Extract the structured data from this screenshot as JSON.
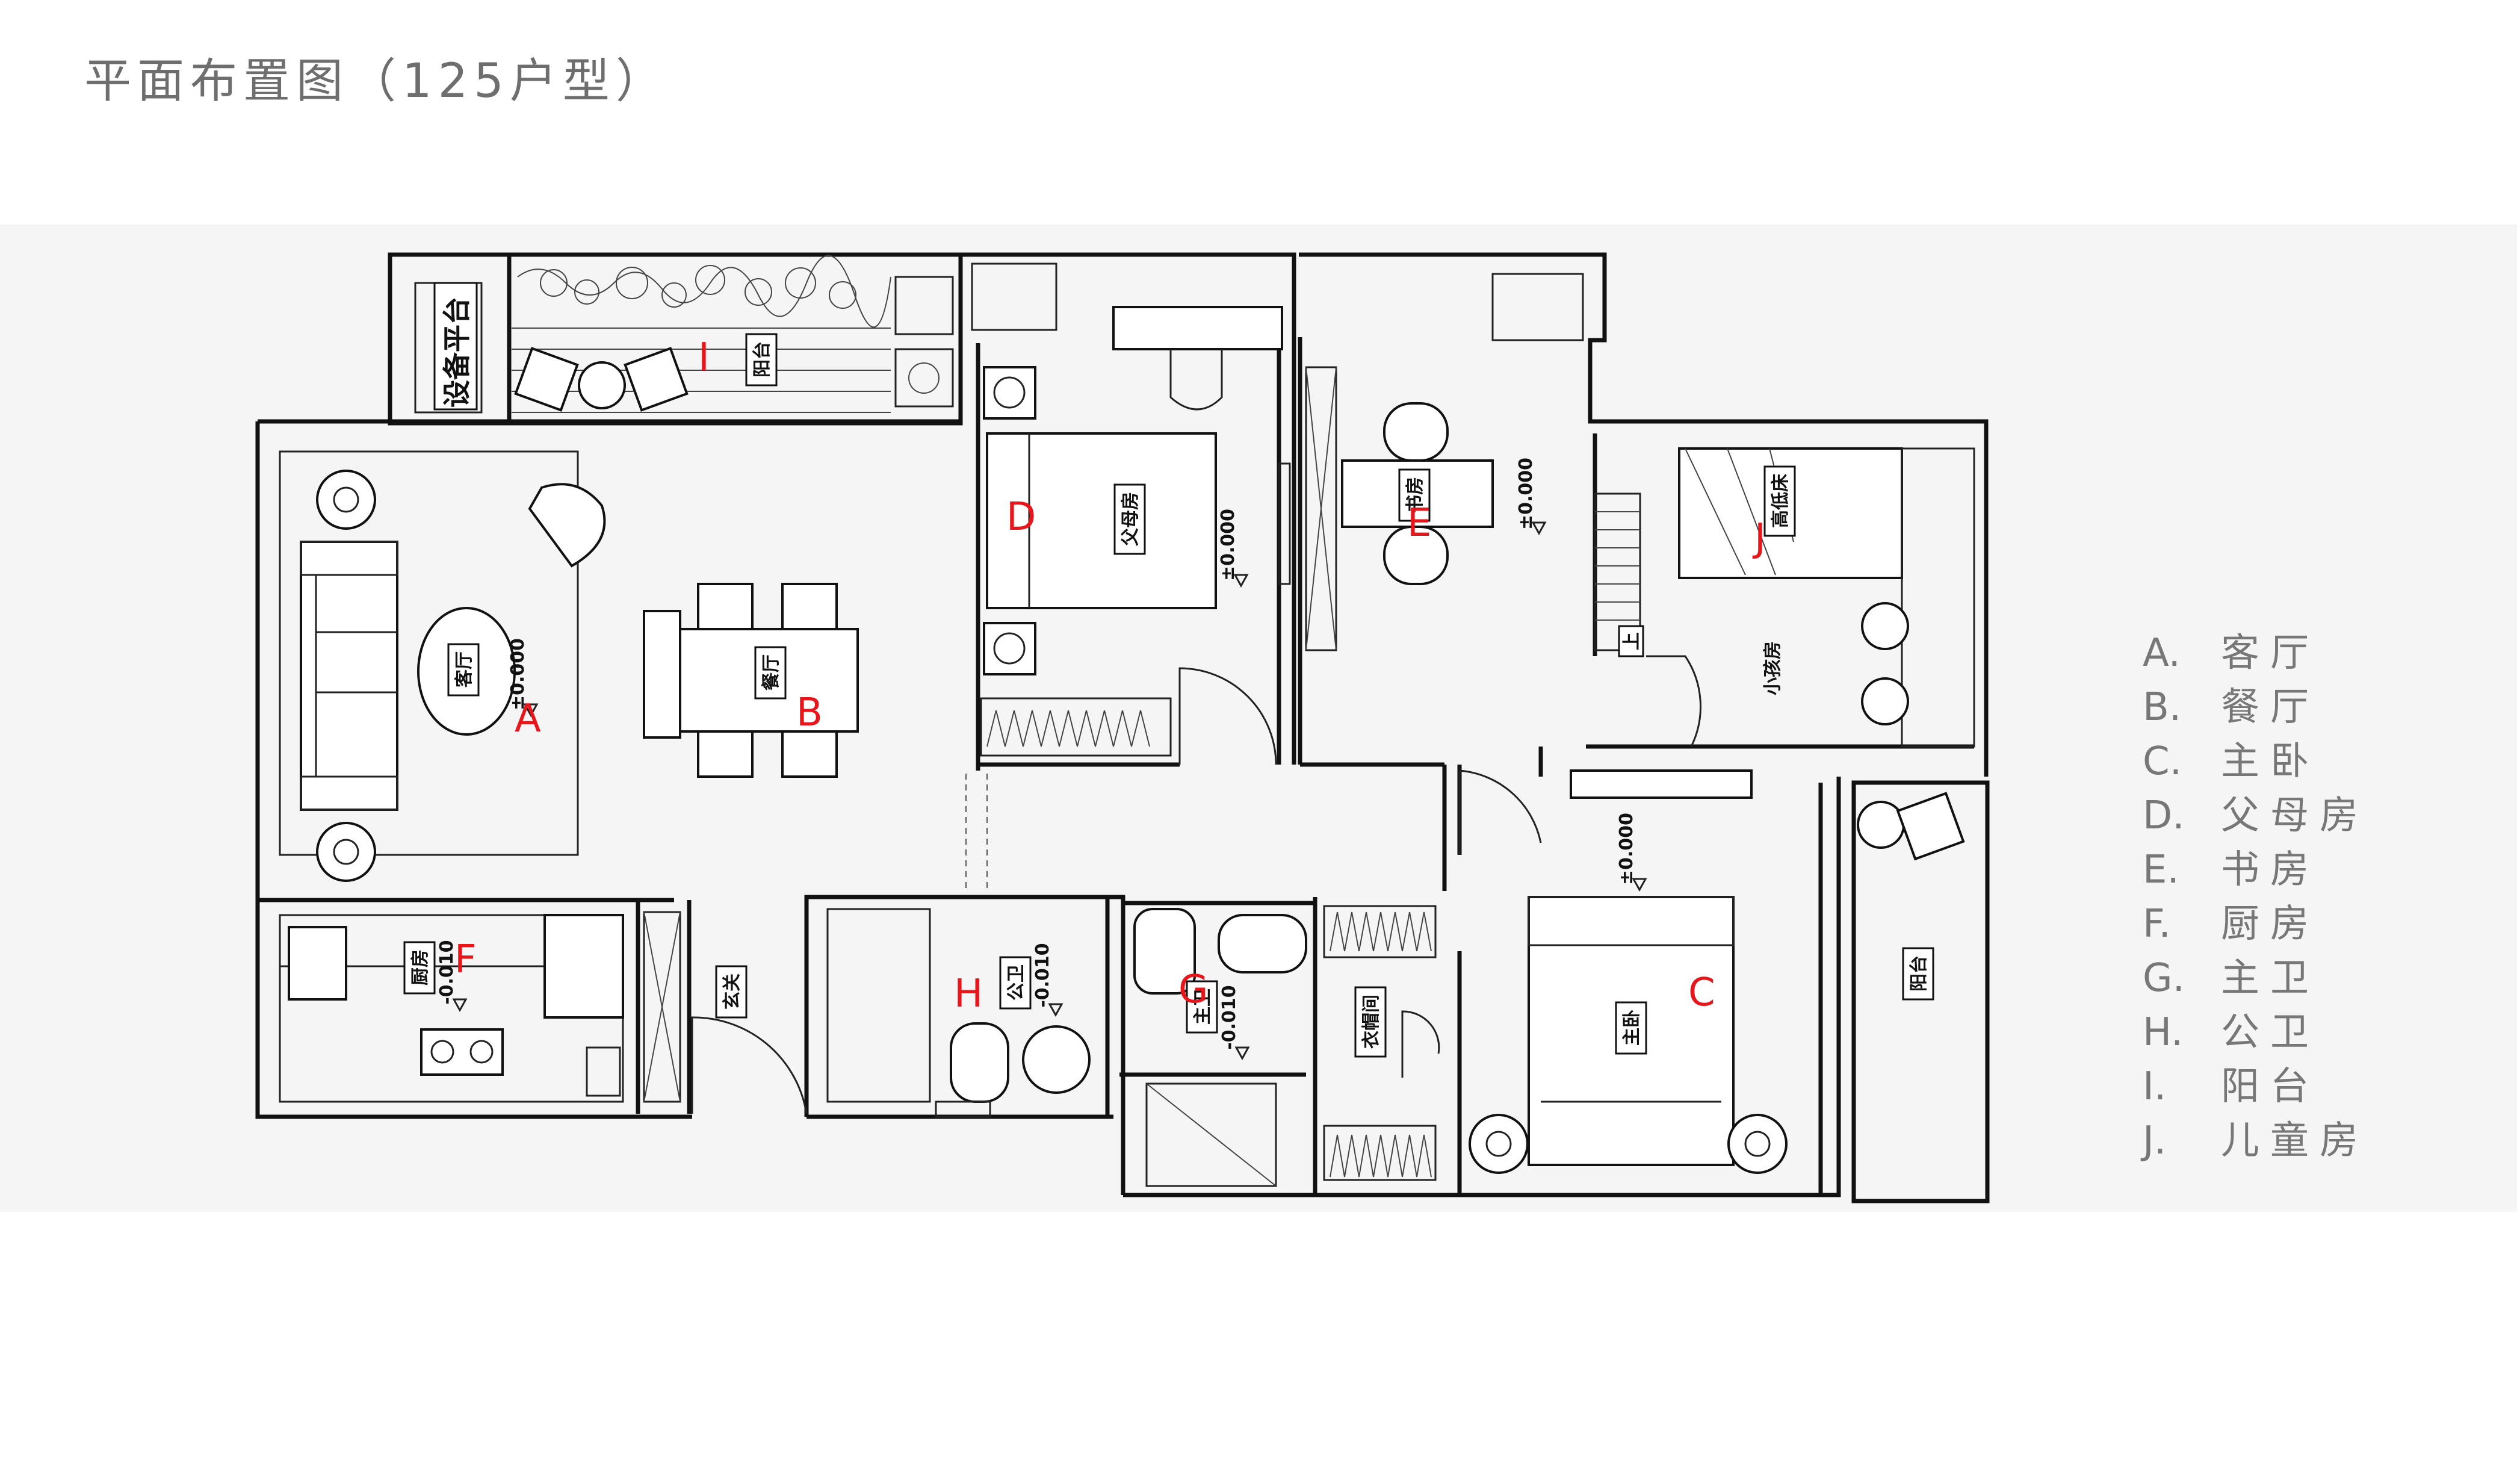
{
  "title": "平面布置图（125户型）",
  "rooms": {
    "equipment_platform": "设备平台",
    "balcony_top": "阳台",
    "living": "客厅",
    "dining": "餐厅",
    "parents_room": "父母房",
    "study": "书房",
    "high_low_bed": "高低床",
    "kids_room": "小孩房",
    "kitchen": "厨房",
    "entrance": "玄关",
    "public_bath": "公卫",
    "master_bath": "主卫",
    "cloakroom": "衣帽间",
    "master_bedroom": "主卧",
    "balcony_right": "阳台",
    "stair_up": "上"
  },
  "levels": {
    "living": "±0.000",
    "parents": "±0.000",
    "study": "±0.000",
    "master": "±0.000",
    "kitchen": "-0.010",
    "public_bath": "-0.010",
    "master_bath": "-0.010"
  },
  "markers": {
    "a": "A",
    "b": "B",
    "c": "C",
    "d": "D",
    "e": "E",
    "f": "F",
    "g": "G",
    "h": "H",
    "i": "I",
    "j": "J"
  },
  "legend": [
    {
      "letter": "A.",
      "name": "客厅"
    },
    {
      "letter": "B.",
      "name": "餐厅"
    },
    {
      "letter": "C.",
      "name": "主卧"
    },
    {
      "letter": "D.",
      "name": "父母房"
    },
    {
      "letter": "E.",
      "name": "书房"
    },
    {
      "letter": "F.",
      "name": "厨房"
    },
    {
      "letter": "G.",
      "name": "主卫"
    },
    {
      "letter": "H.",
      "name": "公卫"
    },
    {
      "letter": "I.",
      "name": "阳台"
    },
    {
      "letter": "J.",
      "name": "儿童房"
    }
  ],
  "colors": {
    "marker": "#e8161b",
    "legend_text": "#777777",
    "background_band": "#f5f5f5"
  }
}
